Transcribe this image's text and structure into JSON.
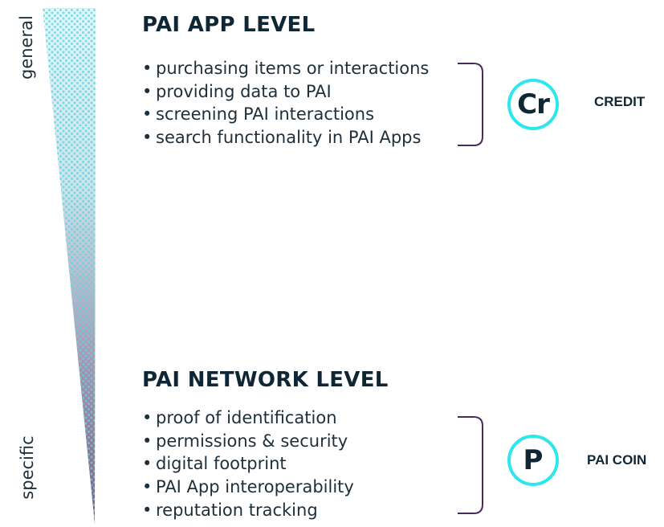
{
  "axis": {
    "top_label": "general",
    "bottom_label": "specific"
  },
  "levels": [
    {
      "title": "PAI APP LEVEL",
      "items": [
        "purchasing items or interactions",
        "providing data to PAI",
        "screening PAI interactions",
        "search functionality in PAI Apps"
      ],
      "badge": {
        "symbol": "Cr",
        "label": "CREDIT"
      }
    },
    {
      "title": "PAI NETWORK LEVEL",
      "items": [
        "proof of identification",
        "permissions & security",
        "digital footprint",
        "PAI App interoperability",
        "reputation tracking"
      ],
      "badge": {
        "symbol": "P",
        "label": "PAI COIN"
      }
    }
  ],
  "colors": {
    "badge_ring": "#2ee6ee",
    "bracket": "#4a2a5a",
    "wedge_top": "#d9f4f7",
    "wedge_bottom": "#8a6a8e",
    "dots": "#5fd4e0"
  }
}
